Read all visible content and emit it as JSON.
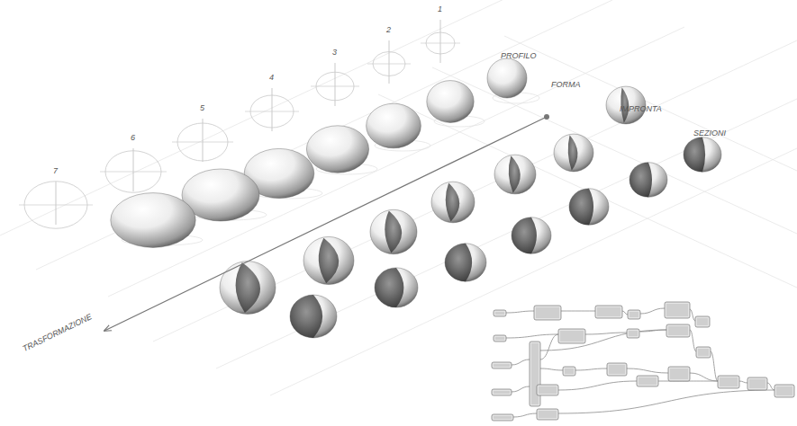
{
  "diagram": {
    "labels": [
      "1",
      "PROFILO",
      "2",
      "FORMA",
      "3",
      "IMPRONTA",
      "4",
      "SEZIONI",
      "5",
      "6",
      "7",
      "TRASFORMAZIONE"
    ]
  }
}
